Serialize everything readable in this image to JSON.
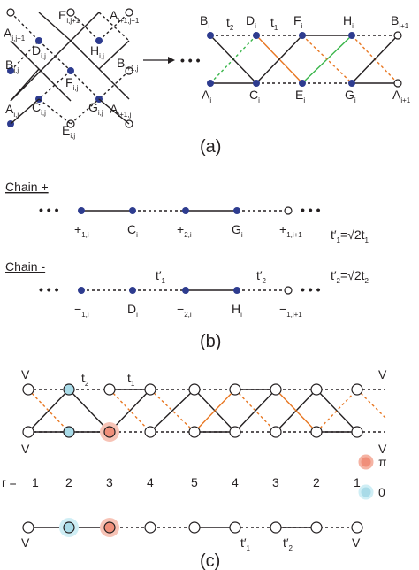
{
  "panel_a": {
    "label": "(a)",
    "lattice_labels": {
      "A_top": "A",
      "A_top_sub": "i,j+1",
      "E_top": "E",
      "E_top_sub": "i,j+1",
      "A_topright": "A",
      "A_topright_sub": "i+1,j+1",
      "D": "D",
      "D_sub": "i,j",
      "H": "H",
      "H_sub": "i,j",
      "B_left": "B",
      "B_left_sub": "i,j",
      "F": "F",
      "F_sub": "i,j",
      "B_right": "B",
      "B_right_sub": "i+1,j",
      "C": "C",
      "C_sub": "i,j",
      "G": "G",
      "G_sub": "i,j",
      "A_bottom": "A",
      "A_bottom_sub": "i,j",
      "E_bottom": "E",
      "E_bottom_sub": "i,j",
      "A_bottomright": "A",
      "A_bottomright_sub": "i+1,j"
    },
    "ladder_top": [
      {
        "name": "B",
        "sub": "i"
      },
      {
        "name": "D",
        "sub": "i"
      },
      {
        "name": "F",
        "sub": "i"
      },
      {
        "name": "H",
        "sub": "i"
      },
      {
        "name": "B",
        "sub": "i+1"
      }
    ],
    "ladder_bottom": [
      {
        "name": "A",
        "sub": "i"
      },
      {
        "name": "C",
        "sub": "i"
      },
      {
        "name": "E",
        "sub": "i"
      },
      {
        "name": "G",
        "sub": "i"
      },
      {
        "name": "A",
        "sub": "i+1"
      }
    ],
    "hopping_t2": "t",
    "hopping_t2_sub": "2",
    "hopping_t1": "t",
    "hopping_t1_sub": "1",
    "dots": "• • •"
  },
  "panel_b": {
    "label": "(b)",
    "chain_plus_title": "Chain +",
    "chain_minus_title": "Chain -",
    "chain_plus_nodes": [
      {
        "name": "+",
        "sub": "1,i"
      },
      {
        "name": "C",
        "sub": "i"
      },
      {
        "name": "+",
        "sub": "2,i"
      },
      {
        "name": "G",
        "sub": "i"
      },
      {
        "name": "+",
        "sub": "1,i+1"
      }
    ],
    "chain_minus_nodes": [
      {
        "name": "−",
        "sub": "1,i"
      },
      {
        "name": "D",
        "sub": "i"
      },
      {
        "name": "−",
        "sub": "2,i"
      },
      {
        "name": "H",
        "sub": "i"
      },
      {
        "name": "−",
        "sub": "1,i+1"
      }
    ],
    "t1_prime": "t′",
    "t1_prime_sub": "1",
    "t2_prime": "t′",
    "t2_prime_sub": "2",
    "eq1_lhs": "t′",
    "eq1_lhs_sub": "1",
    "eq1_rhs": "=√2t",
    "eq1_rhs_sub": "1",
    "eq2_lhs": "t′",
    "eq2_lhs_sub": "2",
    "eq2_rhs": "=√2t",
    "eq2_rhs_sub": "2"
  },
  "panel_c": {
    "label": "(c)",
    "v_label": "V",
    "t2": "t",
    "t2_sub": "2",
    "t1": "t",
    "t1_sub": "1",
    "r_label": "r =",
    "r_values": [
      "1",
      "2",
      "3",
      "4",
      "5",
      "4",
      "3",
      "2",
      "1"
    ],
    "legend_pi": "π",
    "legend_zero": "0",
    "t1_prime": "t′",
    "t1_prime_sub": "1",
    "t2_prime": "t′",
    "t2_prime_sub": "2",
    "colors": {
      "pi": "#f08f7a",
      "zero": "#a9dbe8",
      "orange": "#e87722",
      "green": "#39b54a",
      "dot": "#2e3c8f"
    }
  }
}
